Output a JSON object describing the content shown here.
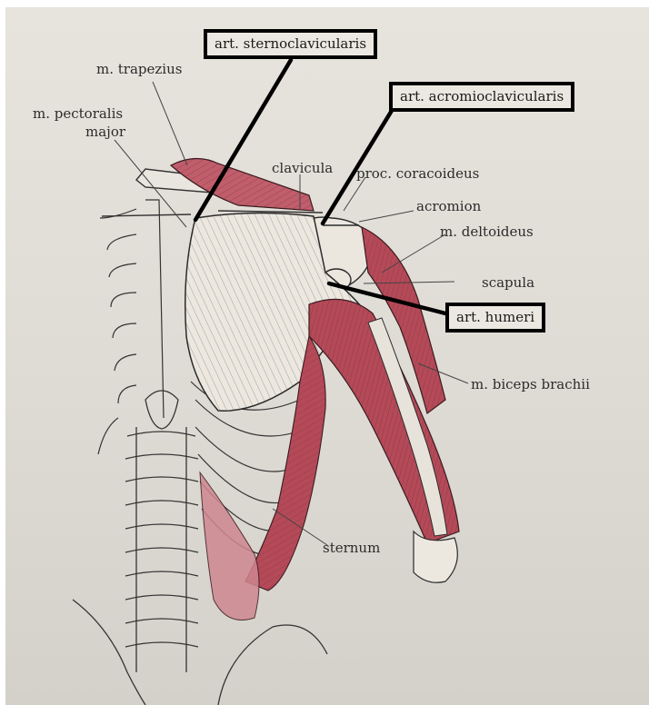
{
  "labels": {
    "trapezius": "m. trapezius",
    "pectoralis_line1": "m. pectoralis",
    "pectoralis_line2": "major",
    "clavicula": "clavicula",
    "coracoideus": "proc. coracoideus",
    "acromion": "acromion",
    "deltoideus": "m. deltoideus",
    "scapula": "scapula",
    "biceps": "m. biceps brachii",
    "sternum": "sternum"
  },
  "boxed_labels": {
    "sternoclavicularis": "art. sternoclavicularis",
    "acromioclavicularis": "art. acromioclavicularis",
    "humeri": "art. humeri"
  },
  "colors": {
    "paper": "#dedbd4",
    "muscle": "#b44a58",
    "muscle_light": "#cf8790",
    "ink": "#2b2b2b",
    "box_border": "#000000"
  }
}
